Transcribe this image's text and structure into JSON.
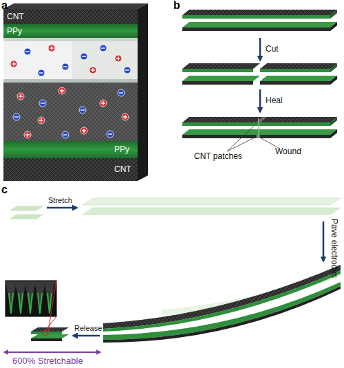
{
  "diagram": {
    "labels": [
      "a",
      "CNT",
      "PPy",
      "PPy",
      "CNT",
      "b",
      "Cut",
      "Heal",
      "CNT patches",
      "Wound",
      "c",
      "Stretch",
      "Pave electrodes",
      "Release",
      "600% Stretchable"
    ]
  }
}
